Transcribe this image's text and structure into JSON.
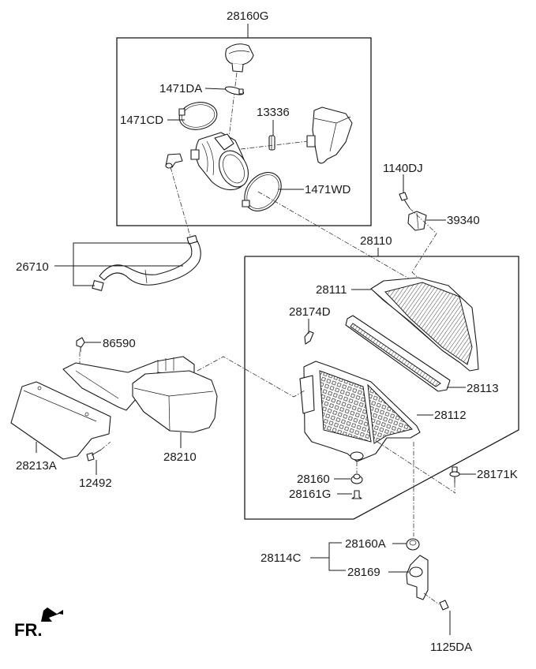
{
  "diagram": {
    "title": "Air Cleaner Assembly",
    "orientation_label": "FR.",
    "labels": {
      "p28160G": "28160G",
      "p1471DA": "1471DA",
      "p1471CD": "1471CD",
      "p13336": "13336",
      "p1471WD": "1471WD",
      "p1140DJ": "1140DJ",
      "p39340": "39340",
      "p26710": "26710",
      "p28110": "28110",
      "p28111": "28111",
      "p28174D": "28174D",
      "p86590": "86590",
      "p28113": "28113",
      "p28112": "28112",
      "p28213A": "28213A",
      "p28210": "28210",
      "p12492": "12492",
      "p28160": "28160",
      "p28161G": "28161G",
      "p28171K": "28171K",
      "p28160A": "28160A",
      "p28114C": "28114C",
      "p28169": "28169",
      "p1125DA": "1125DA"
    }
  }
}
